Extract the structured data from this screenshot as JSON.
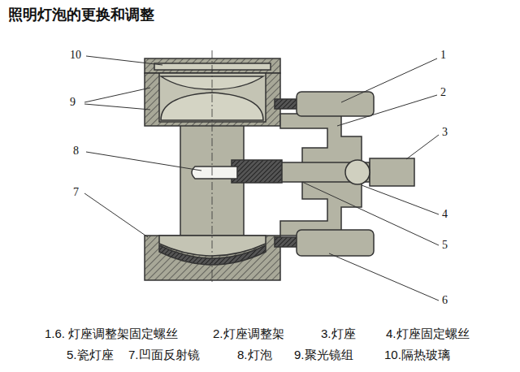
{
  "diagram": {
    "title": "照明灯泡的更换和调整",
    "labels": [
      "10",
      "9",
      "8",
      "7",
      "1",
      "2",
      "3",
      "4",
      "5",
      "6",
      "1.6. 灯座调整架固定螺丝",
      "2.灯座调整架",
      "3.灯座",
      "4.灯座固定螺丝",
      "5.瓷灯座",
      "7.凹面反射镜",
      "8.灯泡",
      "9.聚光镜组",
      "10.隔热玻璃"
    ]
  }
}
